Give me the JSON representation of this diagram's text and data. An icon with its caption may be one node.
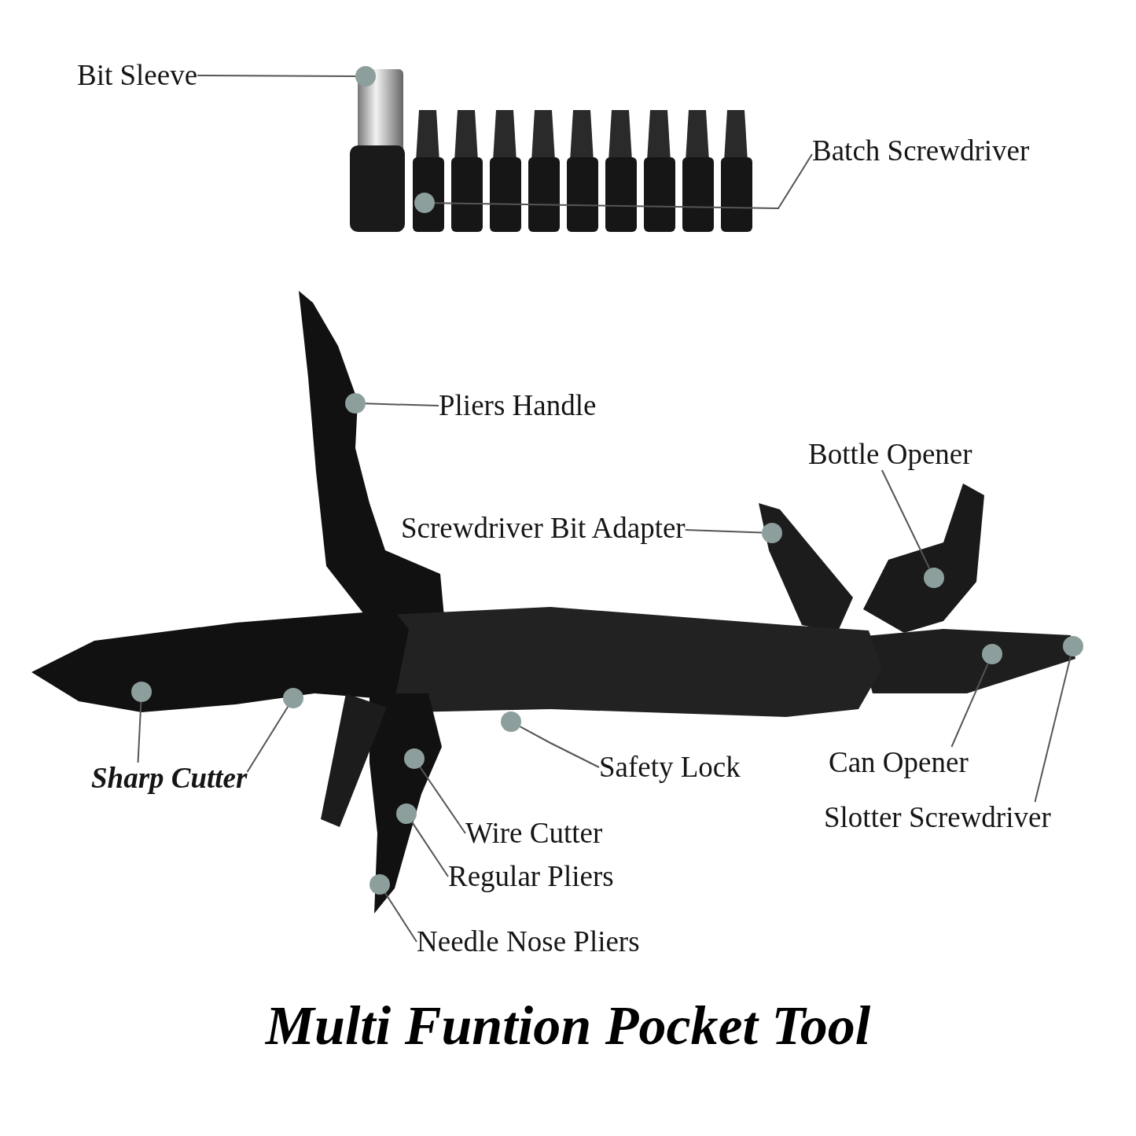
{
  "diagram": {
    "title": "Multi Funtion Pocket Tool",
    "nodes": [
      {
        "text": [
          "Bit Sleeve"
        ]
      },
      {
        "text": [
          "Batch Screwdriver"
        ]
      },
      {
        "text": [
          "Pliers Handle"
        ]
      },
      {
        "text": [
          "Bottle Opener"
        ]
      },
      {
        "text": [
          "Screwdriver Bit Adapter"
        ]
      },
      {
        "text": [
          "Sharp Cutter"
        ]
      },
      {
        "text": [
          "Safety Lock"
        ]
      },
      {
        "text": [
          "Can Opener"
        ]
      },
      {
        "text": [
          "Slotter Screwdriver"
        ]
      },
      {
        "text": [
          "Wire Cutter"
        ]
      },
      {
        "text": [
          "Regular Pliers"
        ]
      },
      {
        "text": [
          "Needle Nose Pliers"
        ]
      },
      {
        "text": [],
        "shape": "circle"
      },
      {
        "text": [],
        "shape": "circle"
      },
      {
        "text": [],
        "shape": "circle"
      },
      {
        "text": [],
        "shape": "circle"
      },
      {
        "text": [],
        "shape": "circle"
      },
      {
        "text": [],
        "shape": "circle"
      },
      {
        "text": [],
        "shape": "circle"
      },
      {
        "text": [],
        "shape": "circle"
      },
      {
        "text": [],
        "shape": "circle"
      },
      {
        "text": [],
        "shape": "circle"
      },
      {
        "text": [],
        "shape": "circle"
      },
      {
        "text": [],
        "shape": "circle"
      },
      {
        "text": [],
        "shape": "circle"
      }
    ],
    "edges": [
      {
        "from": 0,
        "to": 12,
        "arrow": "none"
      },
      {
        "from": 1,
        "to": 13,
        "arrow": "none"
      },
      {
        "from": 2,
        "to": 14,
        "arrow": "none"
      },
      {
        "from": 3,
        "to": 15,
        "arrow": "none"
      },
      {
        "from": 4,
        "to": 16,
        "arrow": "none"
      },
      {
        "from": 5,
        "to": 17,
        "arrow": "none"
      },
      {
        "from": 5,
        "to": 18,
        "arrow": "none"
      },
      {
        "from": 6,
        "to": 19,
        "arrow": "none"
      },
      {
        "from": 7,
        "to": 20,
        "arrow": "none"
      },
      {
        "from": 8,
        "to": 21,
        "arrow": "none"
      },
      {
        "from": 9,
        "to": 22,
        "arrow": "none"
      },
      {
        "from": 10,
        "to": 23,
        "arrow": "none"
      },
      {
        "from": 11,
        "to": 24,
        "arrow": "none"
      }
    ]
  }
}
